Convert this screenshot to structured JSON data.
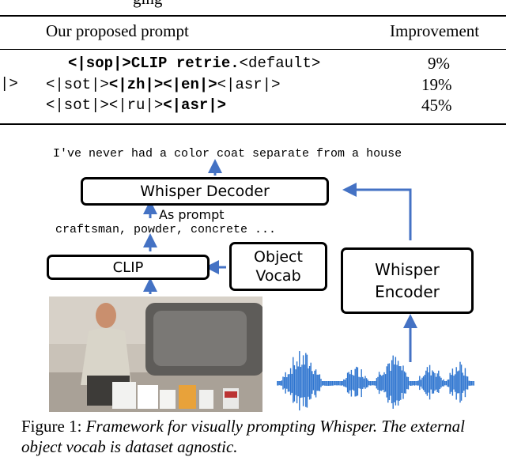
{
  "table": {
    "header_fragment": "ging",
    "col_prompt_header": "Our proposed prompt",
    "col_improvement_header": "Improvement",
    "left_fragment": "|>",
    "rows": [
      {
        "parts": [
          {
            "text": "<|sop|>CLIP retrie.",
            "bold": true
          },
          {
            "text": "<default>",
            "bold": false
          }
        ],
        "improvement": "9%"
      },
      {
        "parts": [
          {
            "text": "<|sot|>",
            "bold": false
          },
          {
            "text": "<|zh|><|en|>",
            "bold": true
          },
          {
            "text": "<|asr|>",
            "bold": false
          }
        ],
        "improvement": "19%"
      },
      {
        "parts": [
          {
            "text": "<|sot|><|ru|>",
            "bold": false
          },
          {
            "text": "<|asr|>",
            "bold": true
          }
        ],
        "improvement": "45%"
      }
    ]
  },
  "diagram": {
    "output_text": "I've never had a color coat separate from a house",
    "decoder_label": "Whisper Decoder",
    "as_prompt_label": "As prompt",
    "prompt_words": "craftsman, powder, concrete ...",
    "clip_label": "CLIP",
    "object_vocab_label": "Object Vocab",
    "encoder_label": "Whisper Encoder",
    "arrow_color": "#4472C4",
    "waveform_color": "#2E75D0"
  },
  "caption": {
    "prefix": "Figure 1: ",
    "text": "Framework for visually prompting Whisper. The external object vocab is dataset agnostic."
  }
}
